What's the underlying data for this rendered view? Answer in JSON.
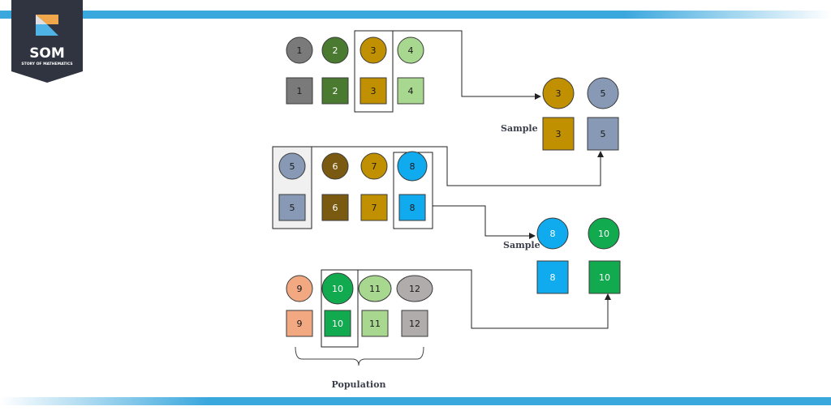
{
  "logo": {
    "name": "SOM",
    "tagline": "STORY OF MATHEMATICS"
  },
  "colors": {
    "banner": "#3aa7dd",
    "logo_bg": "#2f3440",
    "logo_accent": "#f0a64a",
    "logo_blue": "#4fb3e6",
    "line": "#222222"
  },
  "population_label": "Population",
  "sample_labels": [
    "Sample",
    "Sample"
  ],
  "population_rows": [
    [
      {
        "label": "1",
        "color": "#7a7a7a"
      },
      {
        "label": "2",
        "color": "#4a7a30"
      },
      {
        "label": "3",
        "color": "#c09000"
      },
      {
        "label": "4",
        "color": "#a8d890"
      }
    ],
    [
      {
        "label": "5",
        "color": "#8799b5"
      },
      {
        "label": "6",
        "color": "#7a5a10"
      },
      {
        "label": "7",
        "color": "#c09000"
      },
      {
        "label": "8",
        "color": "#10aaee"
      }
    ],
    [
      {
        "label": "9",
        "color": "#f2a982"
      },
      {
        "label": "10",
        "color": "#12aa4e"
      },
      {
        "label": "11",
        "color": "#a8d890"
      },
      {
        "label": "12",
        "color": "#b0acac"
      }
    ]
  ],
  "samples": [
    {
      "label": "3",
      "color": "#c09000"
    },
    {
      "label": "5",
      "color": "#8799b5"
    },
    {
      "label": "8",
      "color": "#10aaee"
    },
    {
      "label": "10",
      "color": "#12aa4e"
    }
  ]
}
